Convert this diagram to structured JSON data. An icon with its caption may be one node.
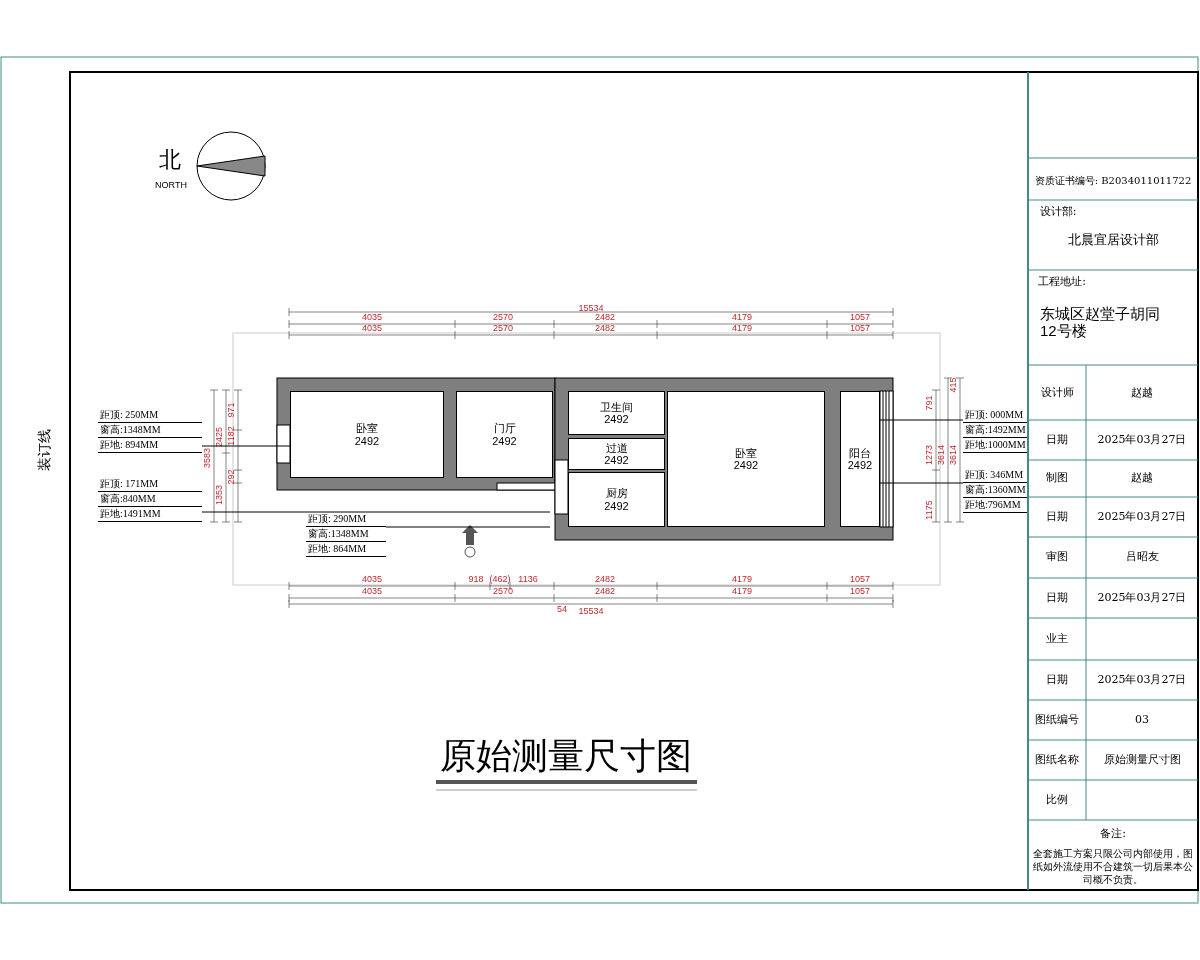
{
  "diagram": {
    "title": "原始测量尺寸图",
    "nodes": [
      {
        "text": [
          "卧室",
          "2492"
        ]
      },
      {
        "text": [
          "门厅",
          "2492"
        ]
      },
      {
        "text": [
          "卫生间",
          "2492"
        ]
      },
      {
        "text": [
          "过道",
          "2492"
        ]
      },
      {
        "text": [
          "厨房",
          "2492"
        ]
      },
      {
        "text": [
          "卧室",
          "2492"
        ]
      },
      {
        "text": [
          "阳台",
          "2492"
        ]
      },
      {
        "text": [
          "距顶: 250MM",
          "窗高:1348MM",
          "距地: 894MM"
        ]
      },
      {
        "text": [
          "距顶: 171MM",
          "窗高:840MM",
          "距地:1491MM"
        ]
      },
      {
        "text": [
          "距顶: 290MM",
          "窗高:1348MM",
          "距地: 864MM"
        ]
      },
      {
        "text": [
          "距顶: 000MM",
          "窗高:1492MM",
          "距地:1000MM"
        ]
      },
      {
        "text": [
          "距顶: 346MM",
          "窗高:1360MM",
          "距地:796MM"
        ]
      }
    ],
    "edges": [
      {
        "from": 7,
        "to": 0,
        "arrow": "none"
      },
      {
        "from": 8,
        "to": null,
        "arrow": "none"
      },
      {
        "from": 9,
        "to": null,
        "arrow": "none"
      },
      {
        "from": 10,
        "to": 6,
        "arrow": "none"
      },
      {
        "from": 11,
        "to": 6,
        "arrow": "none"
      }
    ],
    "labels": [
      "北",
      "NORTH",
      "装订线",
      "15534",
      "4035",
      "2570",
      "2482",
      "4179",
      "1057",
      "4035",
      "2570",
      "2482",
      "4179",
      "1057",
      "3583",
      "2425",
      "1353",
      "971",
      "1182",
      "292",
      "791",
      "1273",
      "1175",
      "3614",
      "415",
      "3614",
      "4035",
      "918",
      "(462)",
      "1136",
      "2482",
      "4179",
      "1057",
      "4035",
      "2570",
      "2482",
      "4179",
      "1057",
      "54",
      "15534",
      "资质证书编号: B2034011011722",
      "设计部:",
      "北晨宜居设计部",
      "工程地址:",
      "东城区赵堂子胡同12号楼",
      "设计师",
      "赵越",
      "日期",
      "2025年03月27日",
      "制图",
      "赵越",
      "日期",
      "2025年03月27日",
      "审图",
      "吕昭友",
      "日期",
      "2025年03月27日",
      "业主",
      "日期",
      "2025年03月27日",
      "图纸编号",
      "03",
      "图纸名称",
      "原始测量尺寸图",
      "比例",
      "备注:",
      "全套施工方案只限公司内部使用，图纸如外流使用不合建筑一切后果本公司概不负责。"
    ]
  }
}
